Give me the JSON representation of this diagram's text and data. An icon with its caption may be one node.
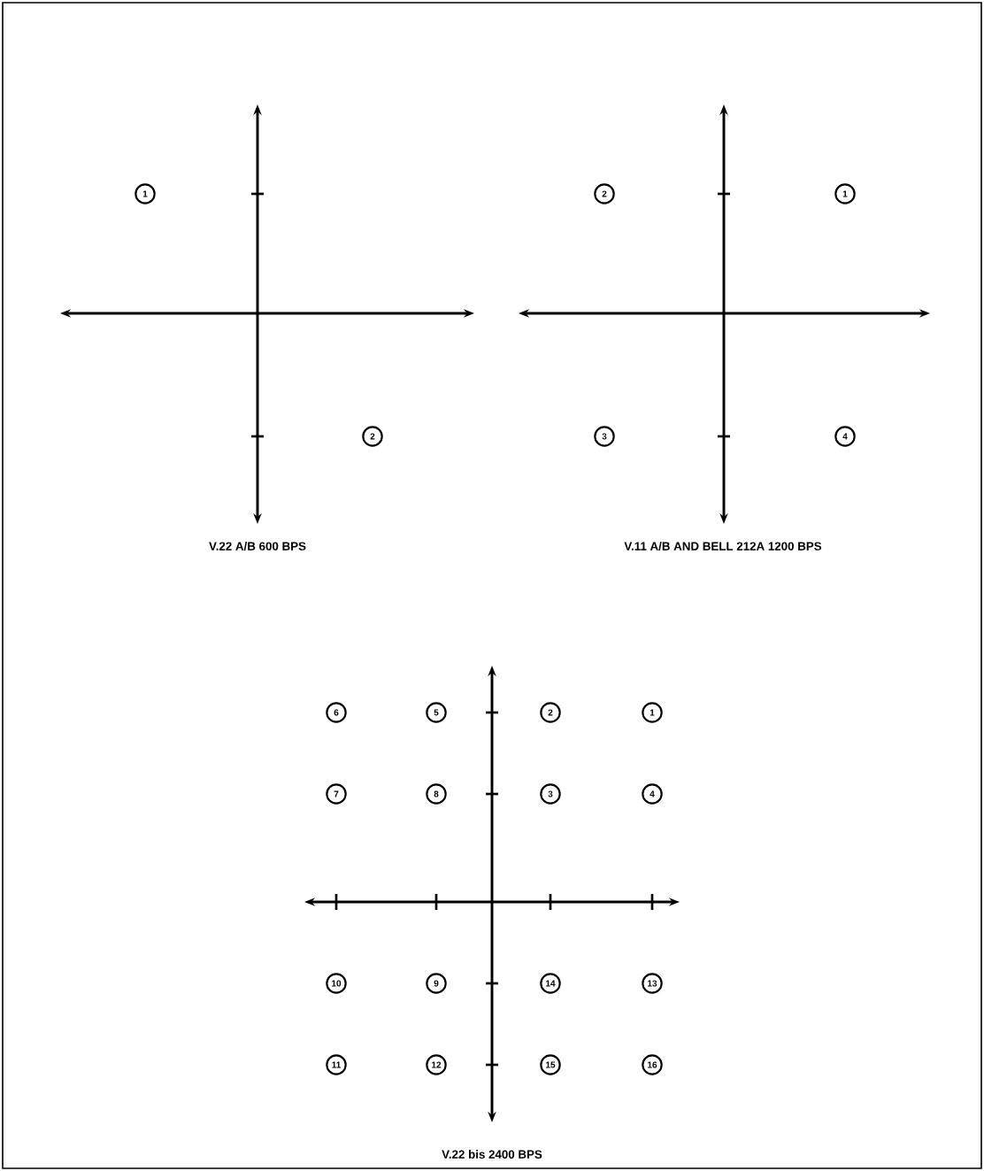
{
  "diagram": {
    "labels": [
      "1",
      "2",
      "V.22 A/B 600 BPS",
      "2",
      "1",
      "3",
      "4",
      "V.11 A/B AND BELL 212A 1200 BPS",
      "6",
      "5",
      "2",
      "1",
      "7",
      "8",
      "3",
      "4",
      "10",
      "9",
      "14",
      "13",
      "11",
      "12",
      "15",
      "16",
      "V.22 bis 2400 BPS"
    ]
  }
}
